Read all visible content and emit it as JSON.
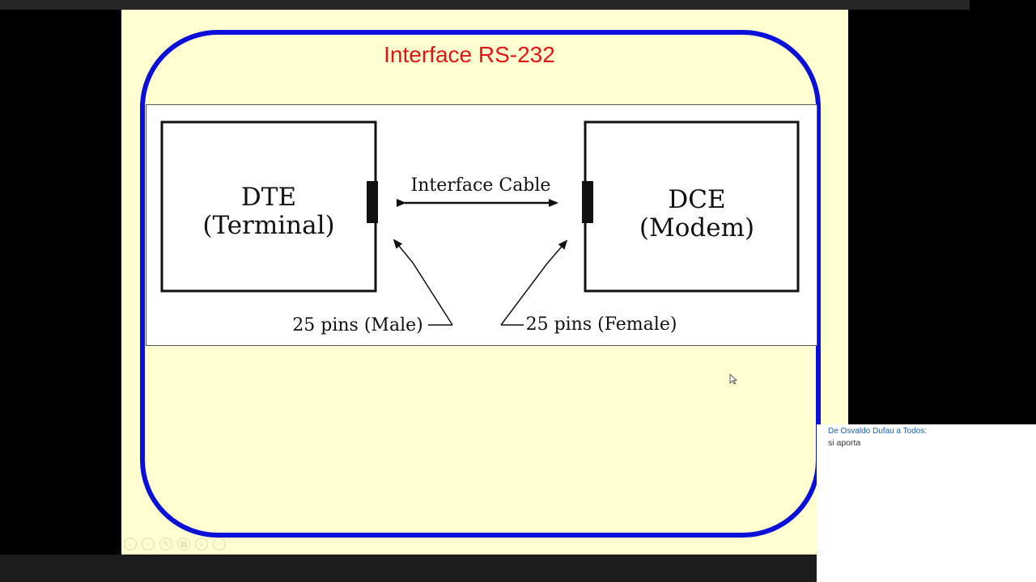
{
  "slide": {
    "title": "Interface RS-232",
    "diagram": {
      "dte_line1": "DTE",
      "dte_line2": "(Terminal)",
      "dce_line1": "DCE",
      "dce_line2": "(Modem)",
      "cable_label": "Interface Cable",
      "male_label": "25 pins (Male)",
      "female_label": "25 pins (Female)"
    }
  },
  "chat": {
    "header": "De Osvaldo Dufau a Todos:",
    "message": "si aporta"
  },
  "toolbar": {
    "icons": [
      "prev-icon",
      "next-icon",
      "pen-icon",
      "slides-icon",
      "zoom-icon",
      "more-icon"
    ]
  },
  "colors": {
    "slide_bg": "#fefed0",
    "frame": "#0a10d8",
    "title": "#e01616",
    "chat_header": "#1e5fb5"
  }
}
